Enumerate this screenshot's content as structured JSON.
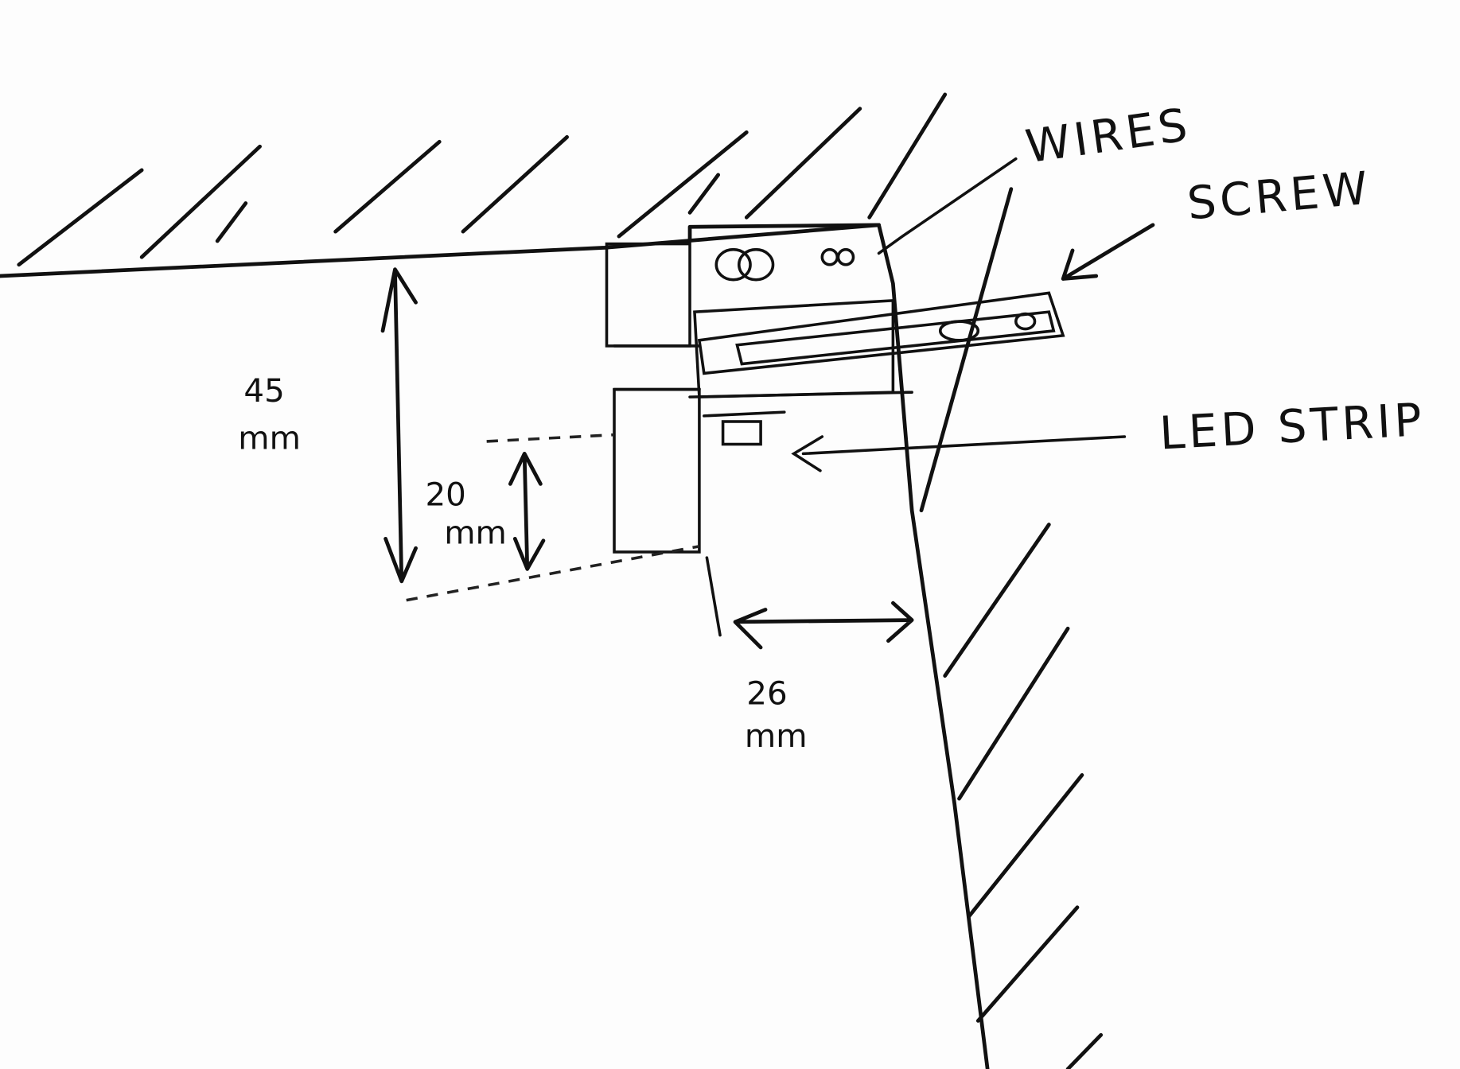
{
  "labels": {
    "wires": "WIRES",
    "screw": "SCREW",
    "led_strip": "LED STRIP"
  },
  "dimensions": {
    "total_height": {
      "value": "45",
      "unit": "mm"
    },
    "strip_height": {
      "value": "20",
      "unit": "mm"
    },
    "wall_gap": {
      "value": "26",
      "unit": "mm"
    }
  },
  "colors": {
    "ink": "#111111",
    "paper": "#fdfdfd"
  }
}
